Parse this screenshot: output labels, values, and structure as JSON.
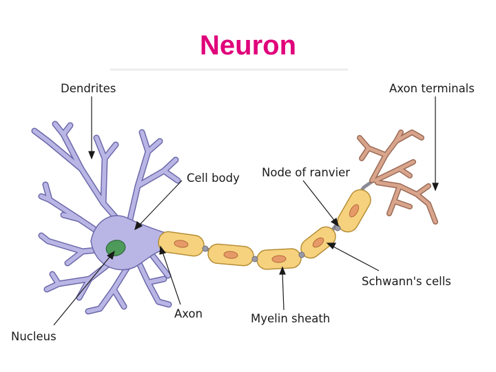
{
  "slide": {
    "title": "Neuron",
    "title_color": "#e0007a"
  },
  "diagram": {
    "labels": {
      "dendrites": "Dendrites",
      "axon_terminals": "Axon terminals",
      "cell_body": "Cell body",
      "node_of_ranvier": "Node of ranvier",
      "schwann_cells": "Schwann's cells",
      "axon": "Axon",
      "myelin_sheath": "Myelin sheath",
      "nucleus": "Nucleus"
    },
    "colors": {
      "cell_body": "#b9b6e6",
      "cell_outline": "#6b68a8",
      "nucleus": "#4e9a5a",
      "myelin": "#f6d27e",
      "myelin_outline": "#b58d35",
      "myelin_spot": "#e59a68",
      "node": "#9a9aa6",
      "terminals": "#d8a58c",
      "terminals_outline": "#9a6a55"
    }
  }
}
